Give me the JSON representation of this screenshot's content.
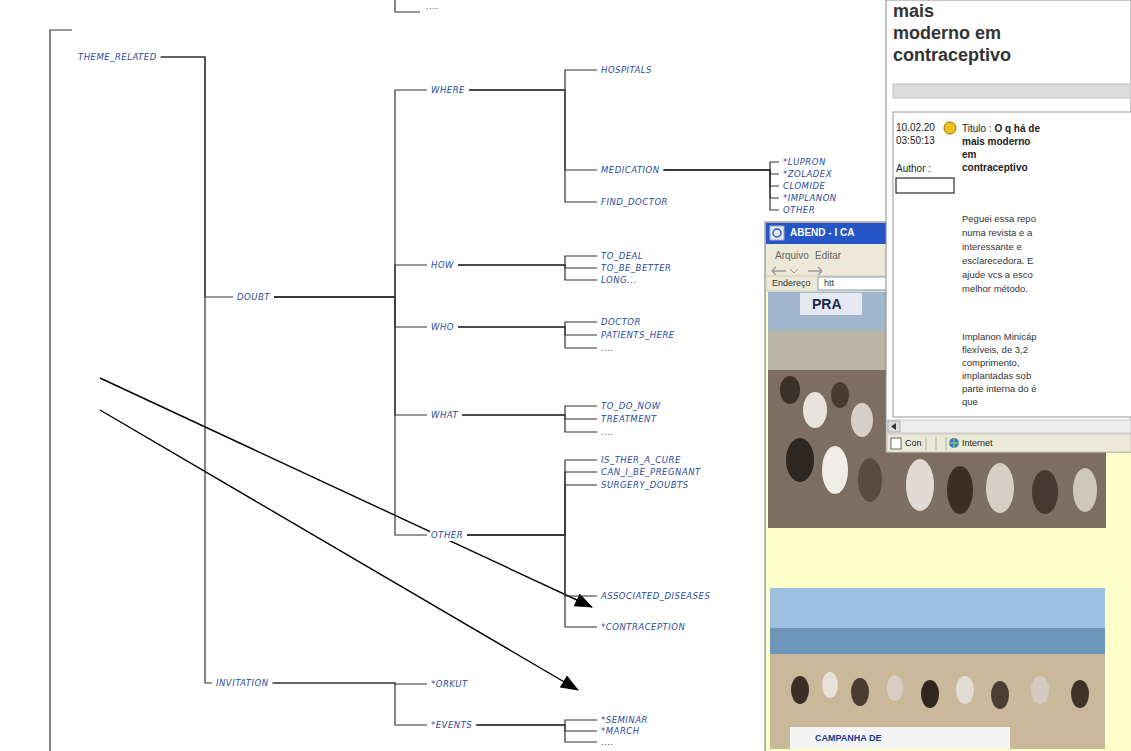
{
  "diagram": {
    "nodes": [
      {
        "text": [
          "THEME_RELATED"
        ]
      },
      {
        "text": [
          "DOUBT"
        ]
      },
      {
        "text": [
          "WHERE"
        ]
      },
      {
        "text": [
          "HOSPITALS"
        ]
      },
      {
        "text": [
          "MEDICATION"
        ]
      },
      {
        "text": [
          "*LUPRON"
        ]
      },
      {
        "text": [
          "*ZOLADEX"
        ]
      },
      {
        "text": [
          "CLOMIDE"
        ]
      },
      {
        "text": [
          "*IMPLANON"
        ]
      },
      {
        "text": [
          "OTHER"
        ]
      },
      {
        "text": [
          "FIND_DOCTOR"
        ]
      },
      {
        "text": [
          "HOW"
        ]
      },
      {
        "text": [
          "TO_DEAL"
        ]
      },
      {
        "text": [
          "TO_BE_BETTER"
        ]
      },
      {
        "text": [
          "LONG..."
        ]
      },
      {
        "text": [
          "WHO"
        ]
      },
      {
        "text": [
          "DOCTOR"
        ]
      },
      {
        "text": [
          "PATIENTS_HERE"
        ]
      },
      {
        "text": [
          "...."
        ]
      },
      {
        "text": [
          "WHAT"
        ]
      },
      {
        "text": [
          "TO_DO_NOW"
        ]
      },
      {
        "text": [
          "TREATMENT"
        ]
      },
      {
        "text": [
          "...."
        ]
      },
      {
        "text": [
          "OTHER"
        ]
      },
      {
        "text": [
          "IS_THER_A_CURE"
        ]
      },
      {
        "text": [
          "CAN_I_BE_PREGNANT"
        ]
      },
      {
        "text": [
          "SURGERY_DOUBTS"
        ]
      },
      {
        "text": [
          "ASSOCIATED_DISEASES"
        ]
      },
      {
        "text": [
          "*CONTRACEPTION"
        ]
      },
      {
        "text": [
          "INVITATION"
        ]
      },
      {
        "text": [
          "*ORKUT"
        ]
      },
      {
        "text": [
          "*EVENTS"
        ]
      },
      {
        "text": [
          "*SEMINAR"
        ]
      },
      {
        "text": [
          "*MARCH"
        ]
      },
      {
        "text": [
          "...."
        ]
      }
    ],
    "edges": [
      {
        "from": 0,
        "to": 1,
        "arrow": "none"
      },
      {
        "from": 0,
        "to": 29,
        "arrow": "none"
      },
      {
        "from": 1,
        "to": 2,
        "arrow": "none"
      },
      {
        "from": 1,
        "to": 11,
        "arrow": "none"
      },
      {
        "from": 1,
        "to": 15,
        "arrow": "none"
      },
      {
        "from": 1,
        "to": 19,
        "arrow": "none"
      },
      {
        "from": 1,
        "to": 23,
        "arrow": "none"
      },
      {
        "from": 2,
        "to": 3,
        "arrow": "none"
      },
      {
        "from": 2,
        "to": 4,
        "arrow": "none"
      },
      {
        "from": 2,
        "to": 10,
        "arrow": "none"
      },
      {
        "from": 4,
        "to": 5,
        "arrow": "none"
      },
      {
        "from": 4,
        "to": 6,
        "arrow": "none"
      },
      {
        "from": 4,
        "to": 7,
        "arrow": "none"
      },
      {
        "from": 4,
        "to": 8,
        "arrow": "none"
      },
      {
        "from": 4,
        "to": 9,
        "arrow": "none"
      },
      {
        "from": 11,
        "to": 12,
        "arrow": "none"
      },
      {
        "from": 11,
        "to": 13,
        "arrow": "none"
      },
      {
        "from": 11,
        "to": 14,
        "arrow": "none"
      },
      {
        "from": 15,
        "to": 16,
        "arrow": "none"
      },
      {
        "from": 15,
        "to": 17,
        "arrow": "none"
      },
      {
        "from": 15,
        "to": 18,
        "arrow": "none"
      },
      {
        "from": 19,
        "to": 20,
        "arrow": "none"
      },
      {
        "from": 19,
        "to": 21,
        "arrow": "none"
      },
      {
        "from": 19,
        "to": 22,
        "arrow": "none"
      },
      {
        "from": 23,
        "to": 24,
        "arrow": "none"
      },
      {
        "from": 23,
        "to": 25,
        "arrow": "none"
      },
      {
        "from": 23,
        "to": 26,
        "arrow": "none"
      },
      {
        "from": 23,
        "to": 27,
        "arrow": "none"
      },
      {
        "from": 23,
        "to": 28,
        "arrow": "none"
      },
      {
        "from": 29,
        "to": 30,
        "arrow": "none"
      },
      {
        "from": 29,
        "to": 31,
        "arrow": "none"
      },
      {
        "from": 31,
        "to": 32,
        "arrow": "none"
      },
      {
        "from": 31,
        "to": 33,
        "arrow": "none"
      },
      {
        "from": 31,
        "to": 34,
        "arrow": "none"
      }
    ],
    "labels": [
      "....",
      "mais moderno em contraceptivo",
      "10.02.20",
      "03:50:13",
      "Author :",
      "Titulo :",
      "O q há de mais moderno em contraceptivo",
      "Peguei essa repo numa revista e a interessante e esclarecedora. E ajude vcs a esco melhor método.",
      "Implanon Minicáp flexíveis, de 3,2 comprimento, implantadas sob parte interna do é que",
      "Con",
      "Internet",
      "ABEND - I CA",
      "Arquivo",
      "Editar",
      "Endereço",
      "htt",
      "PRA",
      "CAMPANHA DE"
    ]
  }
}
